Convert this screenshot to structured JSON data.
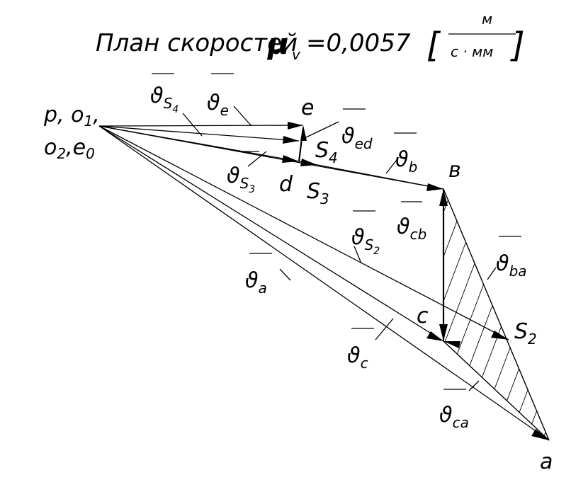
{
  "title": {
    "prefix": "План скоростей",
    "mu": "μ",
    "mu_sub": "v",
    "equals_value": "=0,0057",
    "bracket_open": "[",
    "bracket_close": "]",
    "unit_numerator": "м",
    "unit_denominator": "с · мм"
  },
  "points": {
    "pole_line1": "p, o",
    "pole_line1_sub": "1",
    "pole_line1_end": ",",
    "pole_line2_a": "o",
    "pole_line2_a_sub": "2",
    "pole_line2_b": ",e",
    "pole_line2_b_sub": "0",
    "e": "e",
    "d": "d",
    "b": "в",
    "c": "c",
    "a": "a",
    "S4": "S",
    "S4_sub": "4",
    "S3": "S",
    "S3_sub": "3",
    "S2": "S",
    "S2_sub": "2"
  },
  "vectors": {
    "symbol": "ϑ",
    "vs4_sub": "S",
    "vs4_subsub": "4",
    "ve_sub": "e",
    "ved_sub": "ed",
    "vs3_sub": "S",
    "vs3_subsub": "3",
    "vb_sub": "b",
    "vcb_sub": "cb",
    "vs2_sub": "S",
    "vs2_subsub": "2",
    "vba_sub": "ba",
    "va_sub": "a",
    "vc_sub": "c",
    "vca_sub": "ca"
  }
}
